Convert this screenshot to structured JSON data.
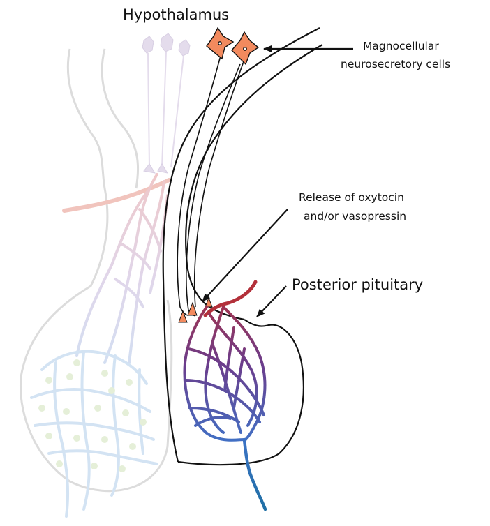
{
  "labels": {
    "hypothalamus": "Hypothalamus",
    "magnocellular_line1": "Magnocellular",
    "magnocellular_line2": "neurosecretory cells",
    "release_line1": "Release of oxytocin",
    "release_line2": "and/or vasopressin",
    "posterior_pituitary": "Posterior pituitary"
  },
  "colors": {
    "outline": "#111111",
    "neuron_fill": "#f28a5e",
    "faded_outline": "#d9d9d9",
    "faded_artery": "#f1c4bd",
    "faded_capillary": "#d3e3f3",
    "faded_dots": "#e5efd8",
    "faded_neuron": "#e4dcec",
    "vessel_red": "#b3303a",
    "vessel_purple": "#6b3d8c",
    "vessel_blue": "#3f73c8",
    "vein_blue": "#1f6fa5"
  }
}
